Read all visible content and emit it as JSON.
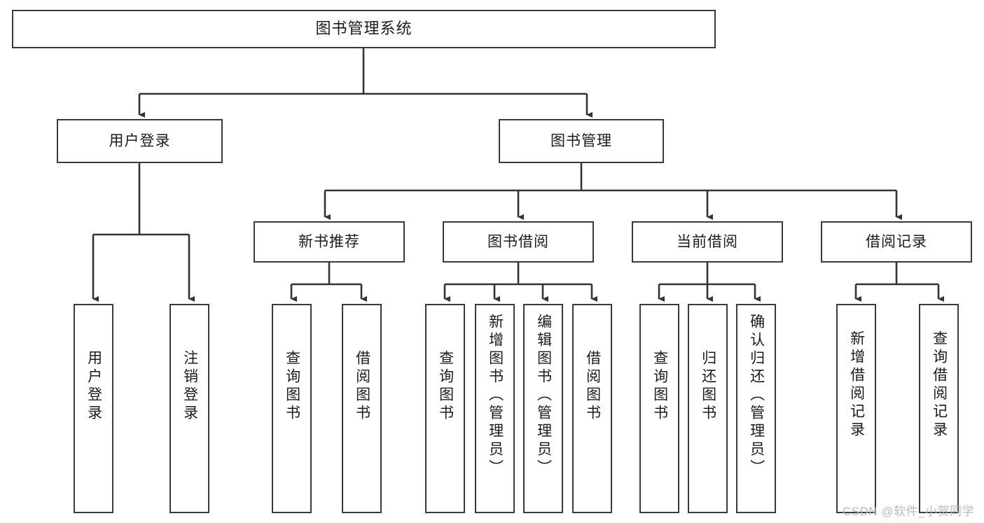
{
  "diagram": {
    "title": "图书管理系统",
    "type": "tree-hierarchy-diagram",
    "colors": {
      "box_border": "#3a3a3a",
      "box_fill": "#ffffff",
      "connector": "#333333",
      "text": "#1b1b1b",
      "watermark": "#b8b8b8",
      "background": "#ffffff"
    },
    "root": {
      "label": "图书管理系统"
    },
    "level2": [
      {
        "label": "用户登录"
      },
      {
        "label": "图书管理"
      }
    ],
    "level3": [
      {
        "label": "新书推荐"
      },
      {
        "label": "图书借阅"
      },
      {
        "label": "当前借阅"
      },
      {
        "label": "借阅记录"
      }
    ],
    "leaves": {
      "user_login": [
        {
          "label": "用户登录"
        },
        {
          "label": "注销登录"
        }
      ],
      "new_book_recommend": [
        {
          "label": "查询图书"
        },
        {
          "label": "借阅图书"
        }
      ],
      "book_borrow": [
        {
          "label": "查询图书"
        },
        {
          "label": "新增图书（管理员）"
        },
        {
          "label": "编辑图书（管理员）"
        },
        {
          "label": "借阅图书"
        }
      ],
      "current_borrow": [
        {
          "label": "查询图书"
        },
        {
          "label": "归还图书"
        },
        {
          "label": "确认归还（管理员）"
        }
      ],
      "borrow_record": [
        {
          "label": "新增借阅记录"
        },
        {
          "label": "查询借阅记录"
        }
      ]
    }
  },
  "watermark": {
    "text": "CSDN @软件_小贺同学"
  }
}
